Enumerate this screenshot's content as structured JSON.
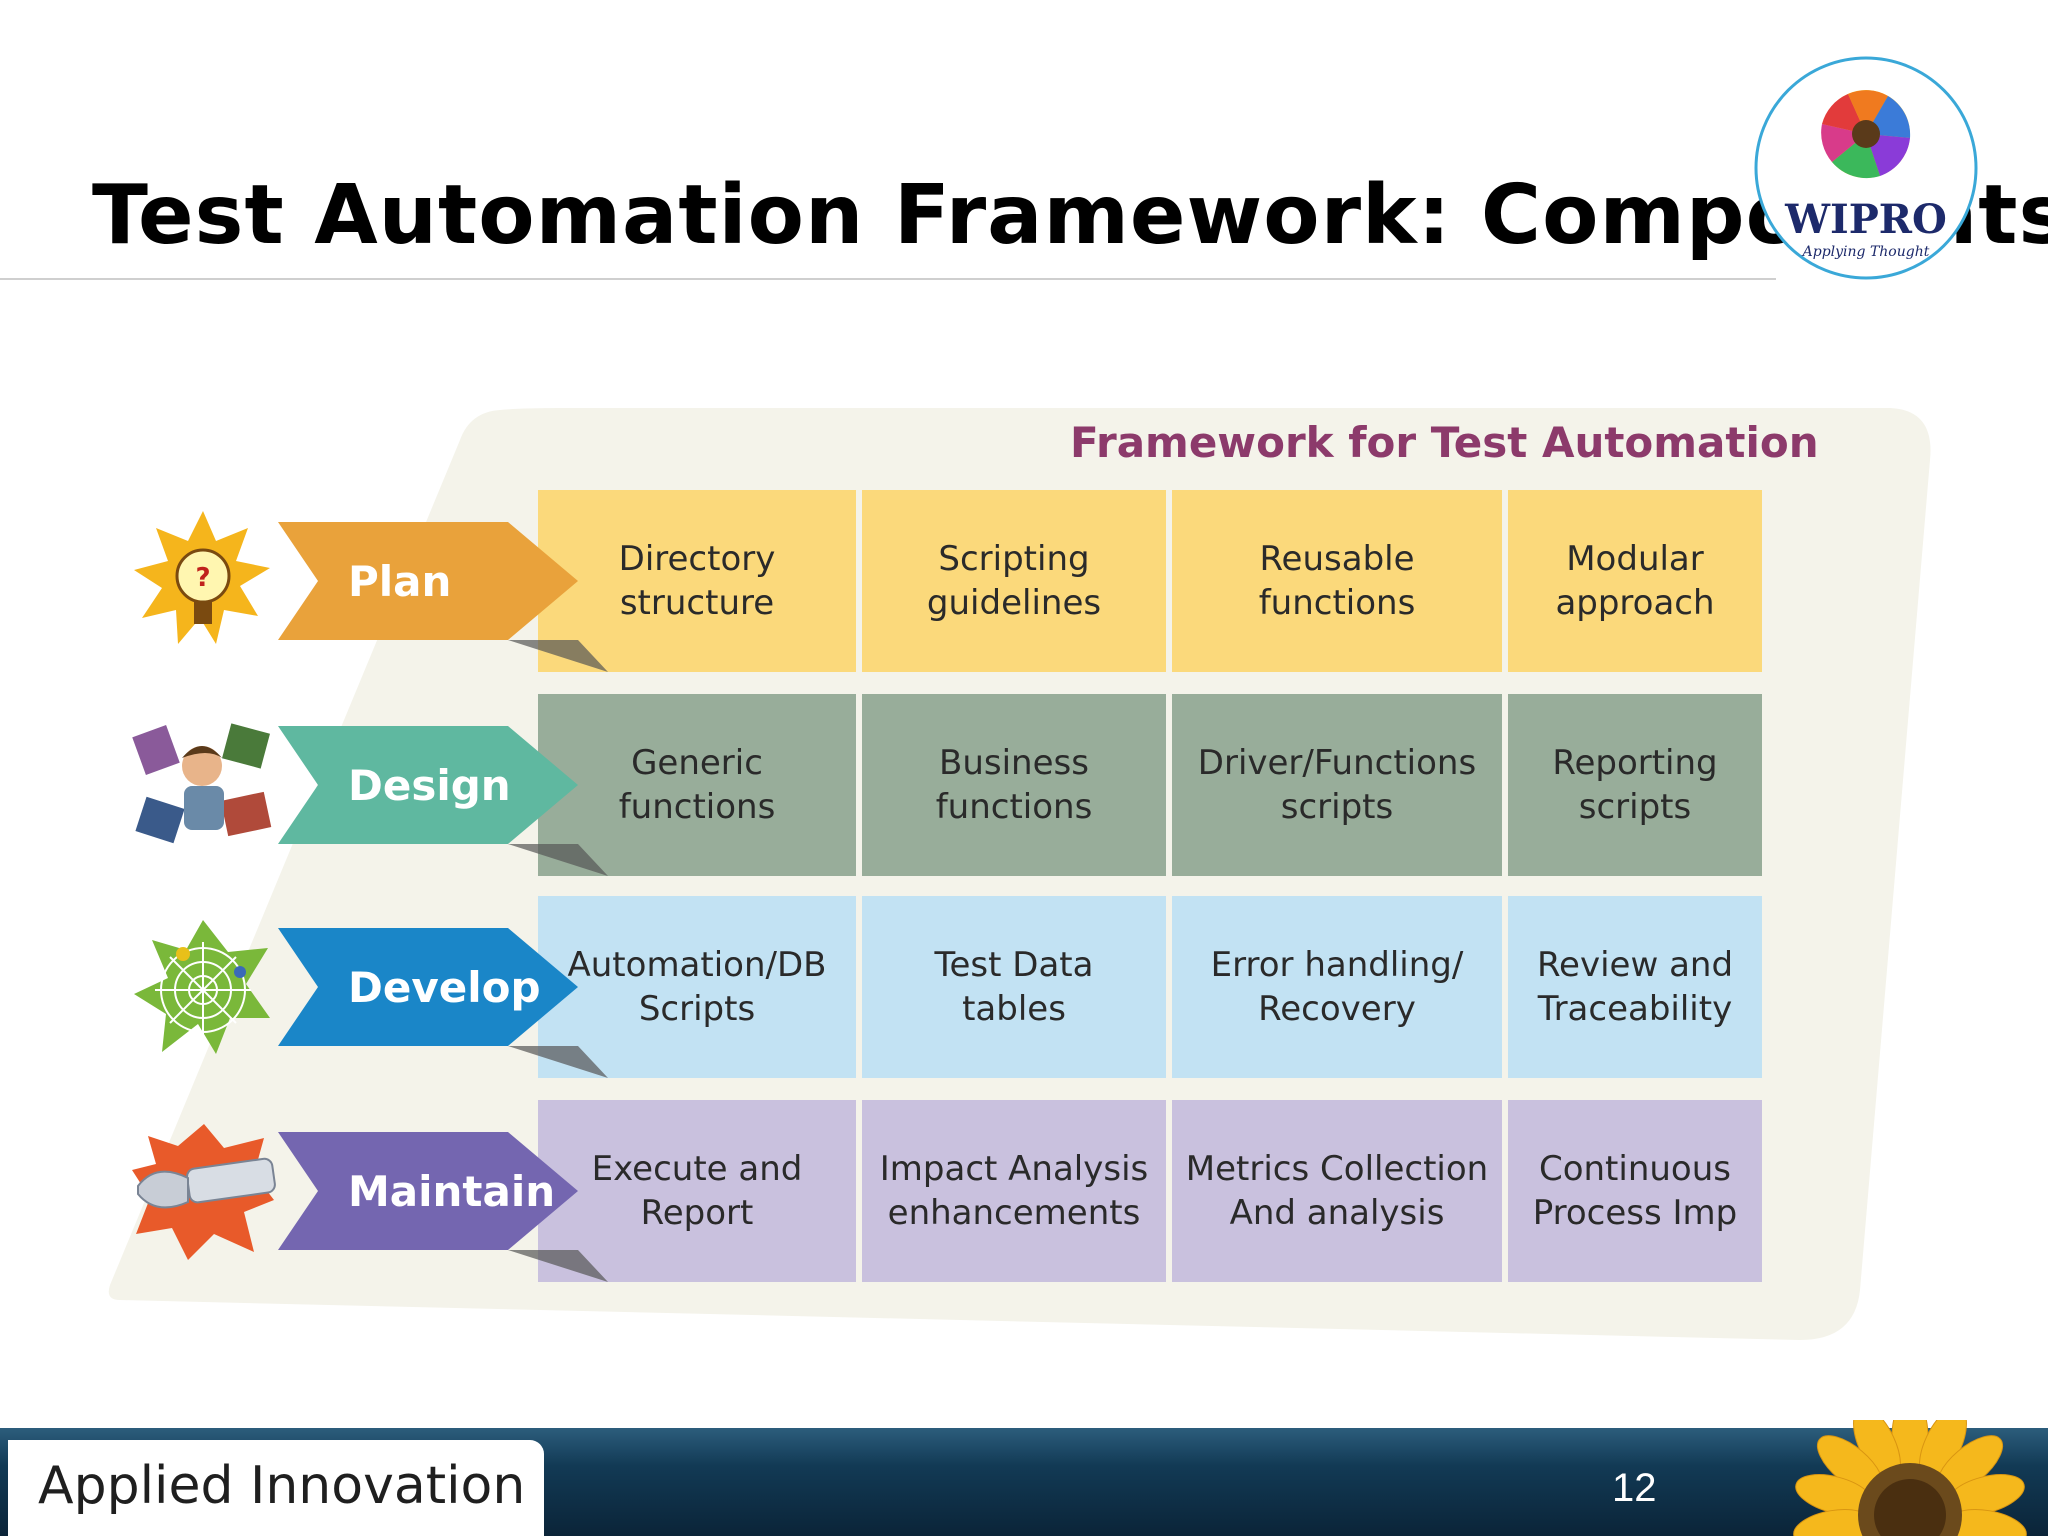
{
  "slide": {
    "title": "Test Automation Framework: Components",
    "page_number": "12"
  },
  "logo": {
    "brand": "WIPRO",
    "tagline": "Applying Thought"
  },
  "footer": {
    "brand": "Applied Innovation"
  },
  "diagram": {
    "heading": "Framework for Test Automation",
    "rows": [
      {
        "phase": "Plan",
        "color": "#e9a23b",
        "cell_color": "#fbd97b",
        "icon": "lightbulb-icon",
        "cells": [
          "Directory\nstructure",
          "Scripting\nguidelines",
          "Reusable\nfunctions",
          "Modular\napproach"
        ]
      },
      {
        "phase": "Design",
        "color": "#5fb8a0",
        "cell_color": "#98ad9a",
        "icon": "designer-icon",
        "cells": [
          "Generic\nfunctions",
          "Business\nfunctions",
          "Driver/Functions\nscripts",
          "Reporting\nscripts"
        ]
      },
      {
        "phase": "Develop",
        "color": "#1a86c8",
        "cell_color": "#c2e2f3",
        "icon": "web-icon",
        "cells": [
          "Automation/DB\nScripts",
          "Test Data\ntables",
          "Error handling/\nRecovery",
          "Review and\nTraceability"
        ]
      },
      {
        "phase": "Maintain",
        "color": "#7466b0",
        "cell_color": "#c9c1de",
        "icon": "wrench-icon",
        "cells": [
          "Execute and\nReport",
          "Impact Analysis\nenhancements",
          "Metrics Collection\nAnd analysis",
          "Continuous\nProcess Imp"
        ]
      }
    ]
  }
}
